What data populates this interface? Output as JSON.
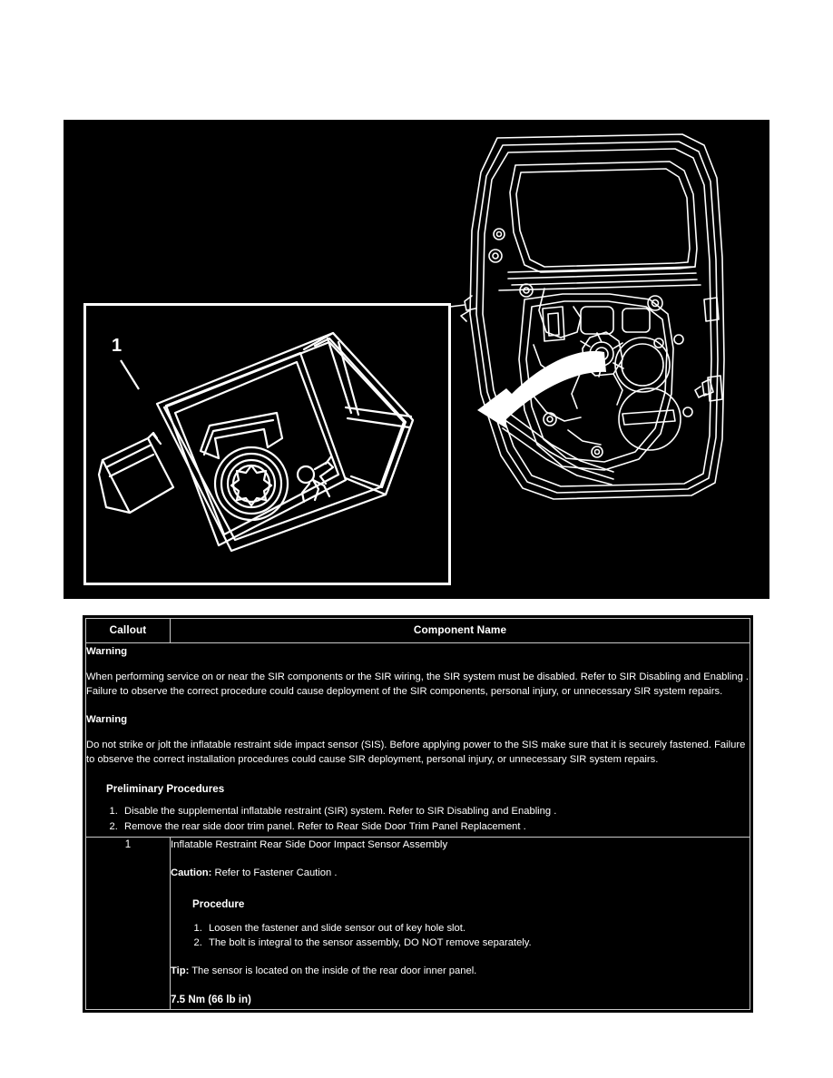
{
  "figure": {
    "caption_callout_label": "1",
    "detail_view_name": "inflatable-restraint-side-impact-sensor-detail",
    "door_view_name": "rear-side-door-inner-panel",
    "arrow_name": "detail-zoom-arrow",
    "colors": {
      "background": "#000000",
      "line": "#ffffff",
      "page": "#ffffff"
    }
  },
  "table": {
    "headers": {
      "callout": "Callout",
      "component_name": "Component Name"
    },
    "warning_1": {
      "heading": "Warning",
      "body": "When performing service on or near the SIR components or the SIR wiring, the SIR system must be disabled. Refer to SIR Disabling and Enabling . Failure to observe the correct procedure could cause deployment of the SIR components, personal injury, or unnecessary SIR system repairs."
    },
    "warning_2": {
      "heading": "Warning",
      "body": "Do not strike or jolt the inflatable restraint side impact sensor (SIS). Before applying power to the SIS make sure that it is securely fastened. Failure to observe the correct installation procedures could cause SIR deployment, personal injury, or unnecessary SIR system repairs."
    },
    "preliminary": {
      "heading": "Preliminary Procedures",
      "steps": [
        "Disable the supplemental inflatable restraint (SIR) system. Refer to SIR Disabling and Enabling .",
        "Remove the rear side door trim panel. Refer to Rear Side Door Trim Panel Replacement ."
      ]
    },
    "component_row": {
      "callout": "1",
      "title": "Inflatable Restraint Rear Side Door Impact Sensor Assembly",
      "caution_label": "Caution:",
      "caution_text": " Refer to Fastener Caution .",
      "procedure_heading": "Procedure",
      "procedure_steps": [
        "Loosen the fastener and slide sensor out of key hole slot.",
        "The bolt is integral to the sensor assembly, DO NOT remove separately."
      ],
      "tip_label": "Tip:",
      "tip_text": " The sensor is located on the inside of the rear door inner panel.",
      "torque": "7.5 Nm (66 lb in)"
    }
  }
}
